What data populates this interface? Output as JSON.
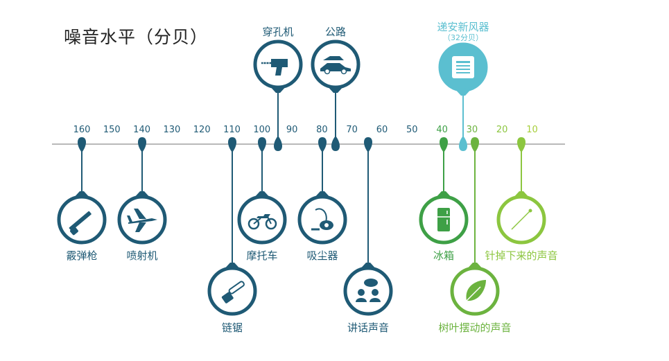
{
  "title": "噪音水平（分贝）",
  "scale_ticks": [
    {
      "label": "160",
      "color": "#1f5a75"
    },
    {
      "label": "150",
      "color": "#1f5a75"
    },
    {
      "label": "140",
      "color": "#1f5a75"
    },
    {
      "label": "130",
      "color": "#1f5a75"
    },
    {
      "label": "120",
      "color": "#1f5a75"
    },
    {
      "label": "110",
      "color": "#1f5a75"
    },
    {
      "label": "100",
      "color": "#1f5a75"
    },
    {
      "label": "90",
      "color": "#1f5a75"
    },
    {
      "label": "80",
      "color": "#1f5a75"
    },
    {
      "label": "70",
      "color": "#1f5a75"
    },
    {
      "label": "60",
      "color": "#1f5a75"
    },
    {
      "label": "50",
      "color": "#1f5a75"
    },
    {
      "label": "40",
      "color": "#3ea046"
    },
    {
      "label": "30",
      "color": "#6cb33f"
    },
    {
      "label": "20",
      "color": "#8cc63f"
    },
    {
      "label": "10",
      "color": "#a6ce39"
    }
  ],
  "sources": [
    {
      "name": "霰弹枪",
      "icon": "shotgun-icon",
      "color": "#1f5a75",
      "text_color": "#1f5a75"
    },
    {
      "name": "喷射机",
      "icon": "jet-icon",
      "color": "#1f5a75",
      "text_color": "#1f5a75"
    },
    {
      "name": "链锯",
      "icon": "chainsaw-icon",
      "color": "#1f5a75",
      "text_color": "#1f5a75"
    },
    {
      "name": "摩托车",
      "icon": "motorcycle-icon",
      "color": "#1f5a75",
      "text_color": "#1f5a75"
    },
    {
      "name": "穿孔机",
      "icon": "drill-icon",
      "color": "#1f5a75",
      "text_color": "#1f5a75"
    },
    {
      "name": "吸尘器",
      "icon": "vacuum-icon",
      "color": "#1f5a75",
      "text_color": "#1f5a75"
    },
    {
      "name": "公路",
      "icon": "cars-icon",
      "color": "#1f5a75",
      "text_color": "#1f5a75"
    },
    {
      "name": "讲话声音",
      "icon": "speech-icon",
      "color": "#1f5a75",
      "text_color": "#1f5a75"
    },
    {
      "name": "冰箱",
      "icon": "fridge-icon",
      "color": "#3ea046",
      "text_color": "#3ea046"
    },
    {
      "name": "递安新风器",
      "subtitle": "（32分贝）",
      "icon": "air-purifier-icon",
      "color": "#5bbfd0",
      "text_color": "#5bbfd0"
    },
    {
      "name": "树叶摆动的声音",
      "icon": "leaf-icon",
      "color": "#6cb33f",
      "text_color": "#6cb33f"
    },
    {
      "name": "针掉下来的声音",
      "icon": "pin-icon",
      "color": "#8cc63f",
      "text_color": "#8cc63f"
    }
  ],
  "axis_color": "#b9b9b9"
}
